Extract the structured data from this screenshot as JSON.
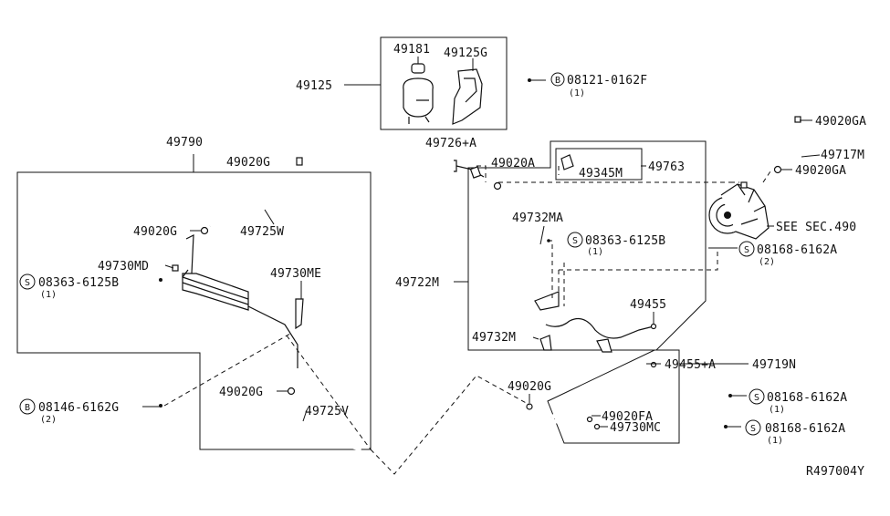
{
  "labels": {
    "p49181": "49181",
    "p49125G": "49125G",
    "p49125": "49125",
    "pB_08121": "08121-0162F",
    "q_08121": "(1)",
    "p49020GA_top": "49020GA",
    "p49717M": "49717M",
    "p49020GA_2": "49020GA",
    "p49790": "49790",
    "p49020G_top": "49020G",
    "p49726A": "49726+A",
    "p49020A": "49020A",
    "p49345M": "49345M",
    "p49763": "49763",
    "see_sec": "SEE SEC.490",
    "p49020G_left": "49020G",
    "p49725W": "49725W",
    "p49732MA": "49732MA",
    "pS_08363_right": "08363-6125B",
    "q_08363_right": "(1)",
    "pS_08168_top": "08168-6162A",
    "q_08168_top": "(2)",
    "p49730MD": "49730MD",
    "pS_08363_left": "08363-6125B",
    "q_08363_left": "(1)",
    "p49730ME": "49730ME",
    "p49722M": "49722M",
    "p49455": "49455",
    "p49732M": "49732M",
    "p49455A": "49455+A",
    "p49719N": "49719N",
    "pB_08146": "08146-6162G",
    "q_08146": "(2)",
    "p49020G_bottom": "49020G",
    "p49725V": "49725V",
    "p49020G_mid": "49020G",
    "p49020FA": "49020FA",
    "p49730MC": "49730MC",
    "pS_08168_mid": "08168-6162A",
    "q_08168_mid": "(1)",
    "pS_08168_bot": "08168-6162A",
    "q_08168_bot": "(1)",
    "diagram_id": "R497004Y"
  },
  "markers": {
    "bolt_b": "B",
    "screw_s": "S"
  }
}
